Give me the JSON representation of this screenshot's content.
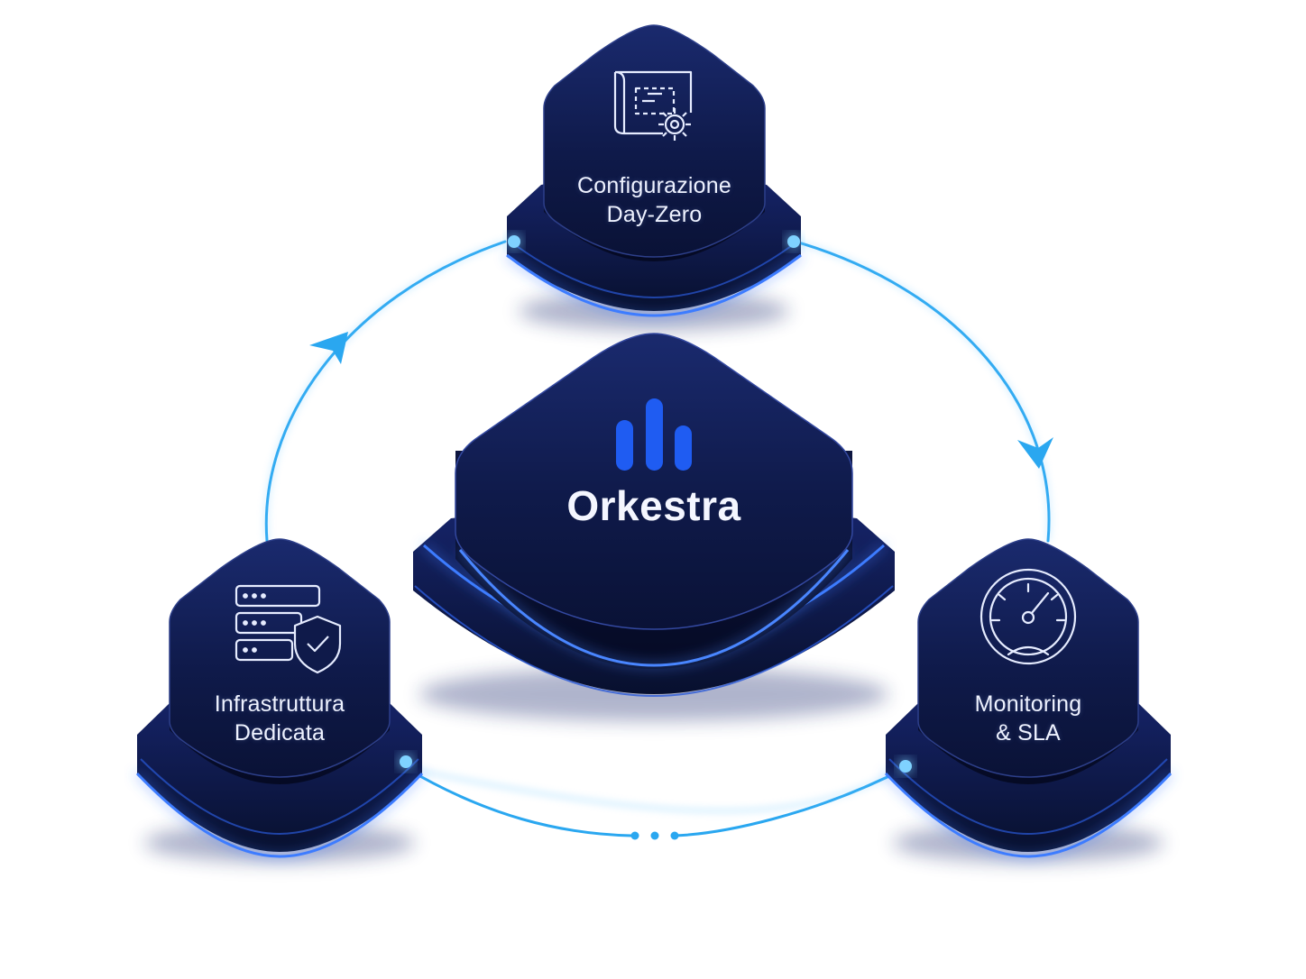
{
  "colors": {
    "connector": "#2aa7f0",
    "glow": "#2d6bff",
    "tile_dark": "#0b1338",
    "tile_mid": "#13205c",
    "logo": "#1f5cf2",
    "text": "#eef2ff"
  },
  "center": {
    "brand": "Orkestra",
    "logo_icon": "equalizer-bars-icon"
  },
  "nodes": {
    "top": {
      "line1": "Configurazione",
      "line2": "Day-Zero",
      "icon": "blueprint-gear-icon"
    },
    "left": {
      "line1": "Infrastruttura",
      "line2": "Dedicata",
      "icon": "server-shield-icon"
    },
    "right": {
      "line1": "Monitoring",
      "line2": "& SLA",
      "icon": "gauge-icon"
    }
  }
}
